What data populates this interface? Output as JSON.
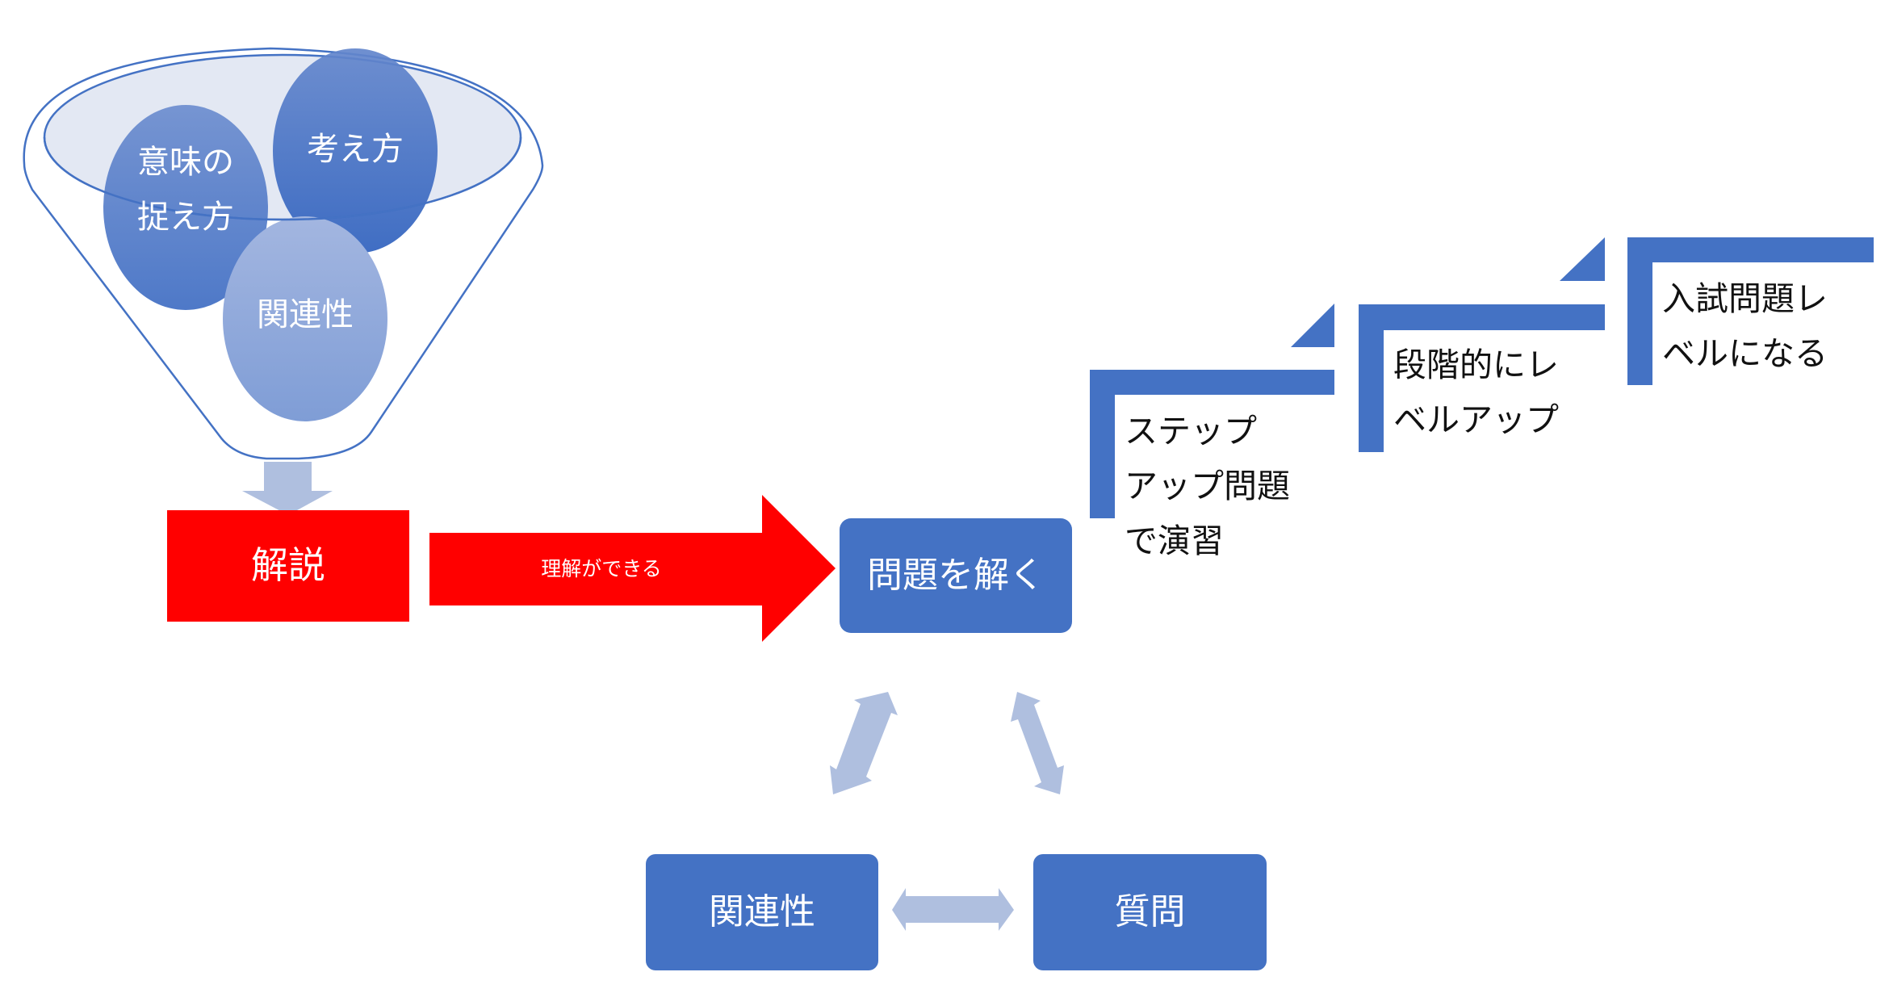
{
  "colors": {
    "blue": "#4472C4",
    "light_blue_arrow": "#AFBFDF",
    "red": "#FF0000",
    "funnel_outline": "#4472C4",
    "funnel_fill": "#E3E8F3"
  },
  "funnel": {
    "circles": [
      {
        "id": "thinking",
        "label": "考え方"
      },
      {
        "id": "meaning",
        "label": "意味の\n捉え方"
      },
      {
        "id": "relation",
        "label": "関連性"
      }
    ]
  },
  "explanation_box": {
    "label": "解説"
  },
  "main_arrow": {
    "label": "理解ができる"
  },
  "solve_box": {
    "label": "問題を解く"
  },
  "cycle": {
    "left_box": {
      "label": "関連性"
    },
    "right_box": {
      "label": "質問"
    }
  },
  "stairs": [
    {
      "label": "ステップ\nアップ問題\nで演習"
    },
    {
      "label": "段階的にレ\nベルアップ"
    },
    {
      "label": "入試問題レ\nベルになる"
    }
  ]
}
